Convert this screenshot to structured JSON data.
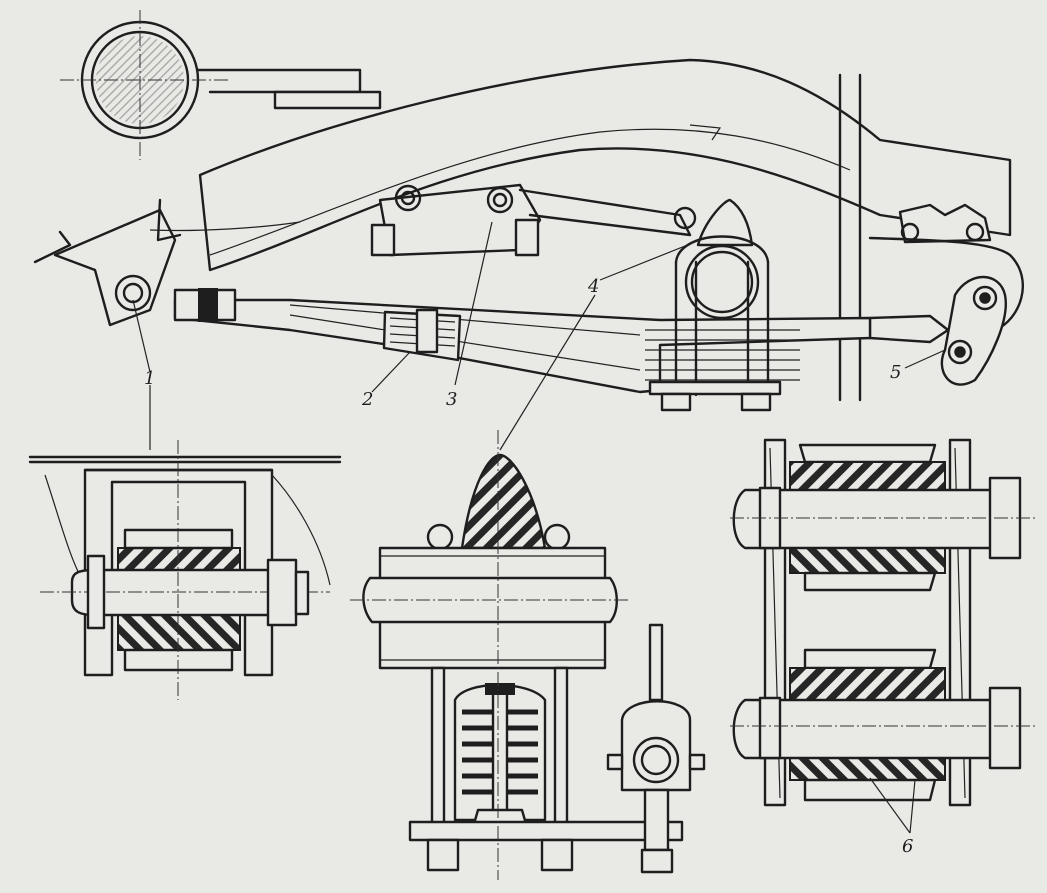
{
  "callouts": [
    {
      "id": "1",
      "text": "1"
    },
    {
      "id": "2",
      "text": "2"
    },
    {
      "id": "3",
      "text": "3"
    },
    {
      "id": "4",
      "text": "4"
    },
    {
      "id": "5",
      "text": "5"
    },
    {
      "id": "6",
      "text": "6"
    }
  ],
  "colors": {
    "ink": "#1e1e1e",
    "paper": "#e9e9e6"
  }
}
